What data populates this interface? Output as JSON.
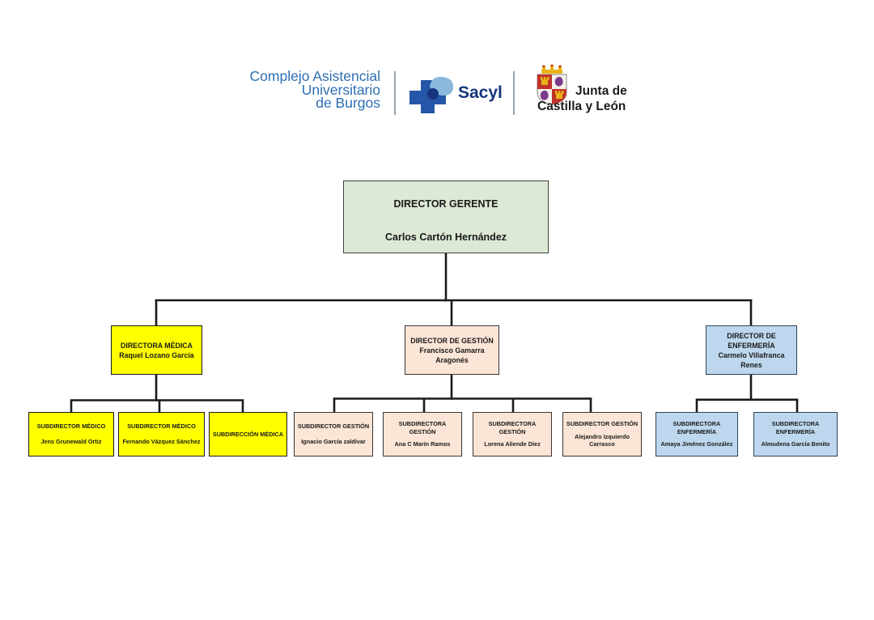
{
  "header": {
    "org_name_lines": [
      "Complejo Asistencial",
      "Universitario",
      "de Burgos"
    ],
    "sacyl_label": "Sacyl",
    "junta_line1": "Junta de",
    "junta_line2": "Castilla y León",
    "colors": {
      "org_name": "#2e6fb3",
      "sacyl_text": "#17357e",
      "sacyl_cross": "#2556a8",
      "sacyl_blob": "#8ab9dd",
      "sacyl_dot": "#17357e",
      "junta_text": "#1c1c1c",
      "divider": "#9aa4ad"
    }
  },
  "chart": {
    "line_color": "#1a1a1a",
    "themes": {
      "green": {
        "fill": "#dbe9d5",
        "border": "#3f3f3f"
      },
      "yellow": {
        "fill": "#ffff00",
        "border": "#1a1a1a"
      },
      "peach": {
        "fill": "#fbe5d6",
        "border": "#3b3434"
      },
      "blue": {
        "fill": "#bdd7ee",
        "border": "#2b4257"
      }
    },
    "root": {
      "title": "DIRECTOR GERENTE",
      "name": "Carlos Cartón Hernández"
    },
    "branches": [
      {
        "theme": "yellow",
        "title": "DIRECTORA MÉDICA",
        "name": "Raquel Lozano García",
        "children": [
          {
            "title": "SUBDIRECTOR MÉDICO",
            "name": "Jens Grunewald Ortiz"
          },
          {
            "title": "SUBDIRECTOR MÉDICO",
            "name": "Fernando Vázquez Sánchez"
          },
          {
            "title": "SUBDIRECCIÓN MÉDICA",
            "name": ""
          }
        ]
      },
      {
        "theme": "peach",
        "title": "DIRECTOR DE GESTIÓN",
        "name": "Francisco Gamarra Aragonés",
        "children": [
          {
            "title": "SUBDIRECTOR GESTIÓN",
            "name": "Ignacio García zaldívar"
          },
          {
            "title": "SUBDIRECTORA GESTIÓN",
            "name": "Ana C Marín Ramos"
          },
          {
            "title": "SUBDIRECTORA GESTIÓN",
            "name": "Lorena Aliende Díez"
          },
          {
            "title": "SUBDIRECTOR GESTIÓN",
            "name": "Alejandro Izquierdo Carrasco"
          }
        ]
      },
      {
        "theme": "blue",
        "title": "DIRECTOR DE ENFERMERÍA",
        "name": "Carmelo Villafranca Renes",
        "children": [
          {
            "title": "SUBDIRECTORA ENFERMERÍA",
            "name": "Amaya Jiménez González"
          },
          {
            "title": "SUBDIRECTORA ENFERMERÍA",
            "name": "Almudena García Benito"
          }
        ]
      }
    ]
  }
}
